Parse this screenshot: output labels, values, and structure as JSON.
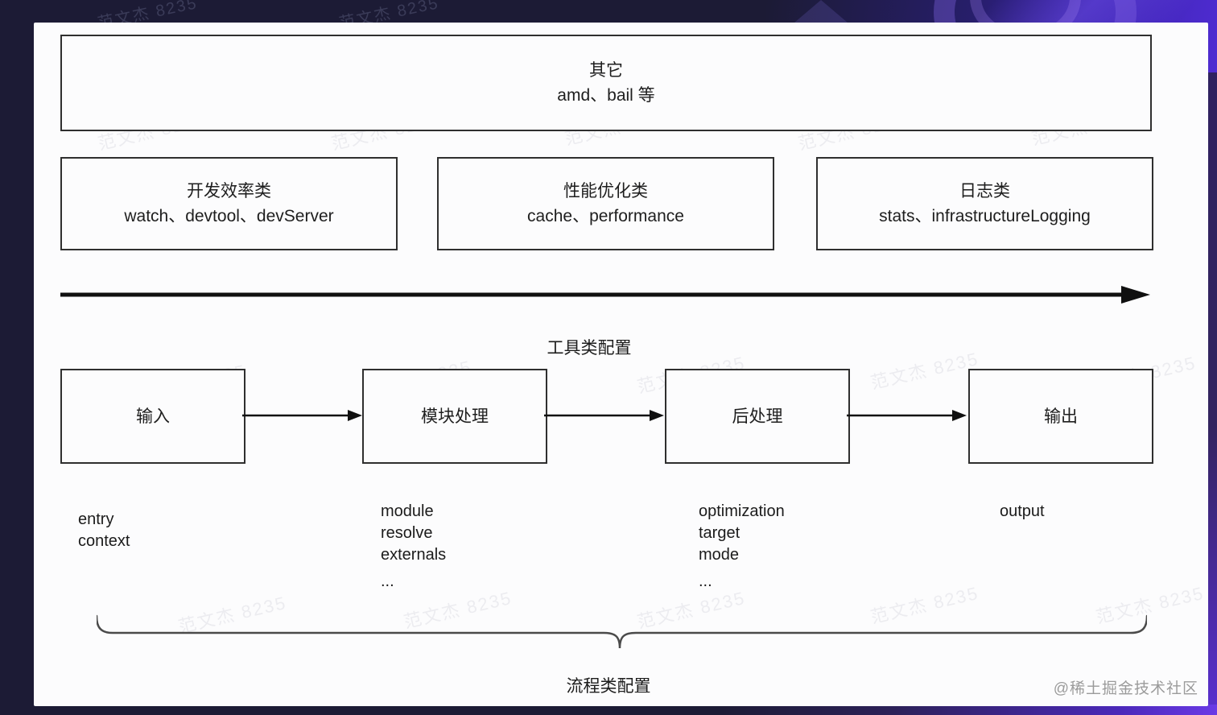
{
  "diagram": {
    "other_box": {
      "title": "其它",
      "subtitle": "amd、bail 等"
    },
    "tool_categories": [
      {
        "title": "开发效率类",
        "subtitle": "watch、devtool、devServer"
      },
      {
        "title": "性能优化类",
        "subtitle": "cache、performance"
      },
      {
        "title": "日志类",
        "subtitle": "stats、infrastructureLogging"
      }
    ],
    "tool_axis_label": "工具类配置",
    "flow_steps": [
      {
        "label": "输入",
        "options": [
          "entry",
          "context"
        ]
      },
      {
        "label": "模块处理",
        "options": [
          "module",
          "resolve",
          "externals",
          "..."
        ]
      },
      {
        "label": "后处理",
        "options": [
          "optimization",
          "target",
          "mode",
          "..."
        ]
      },
      {
        "label": "输出",
        "options": [
          "output"
        ]
      }
    ],
    "flow_brace_label": "流程类配置"
  },
  "watermark": {
    "faint_text": "范文杰 8235",
    "credit": "@稀土掘金技术社区"
  },
  "colors": {
    "background": "#1c1b35",
    "card": "#fcfcfd",
    "line": "#2f2f2f",
    "accent_purple": "#4f2cd2"
  }
}
